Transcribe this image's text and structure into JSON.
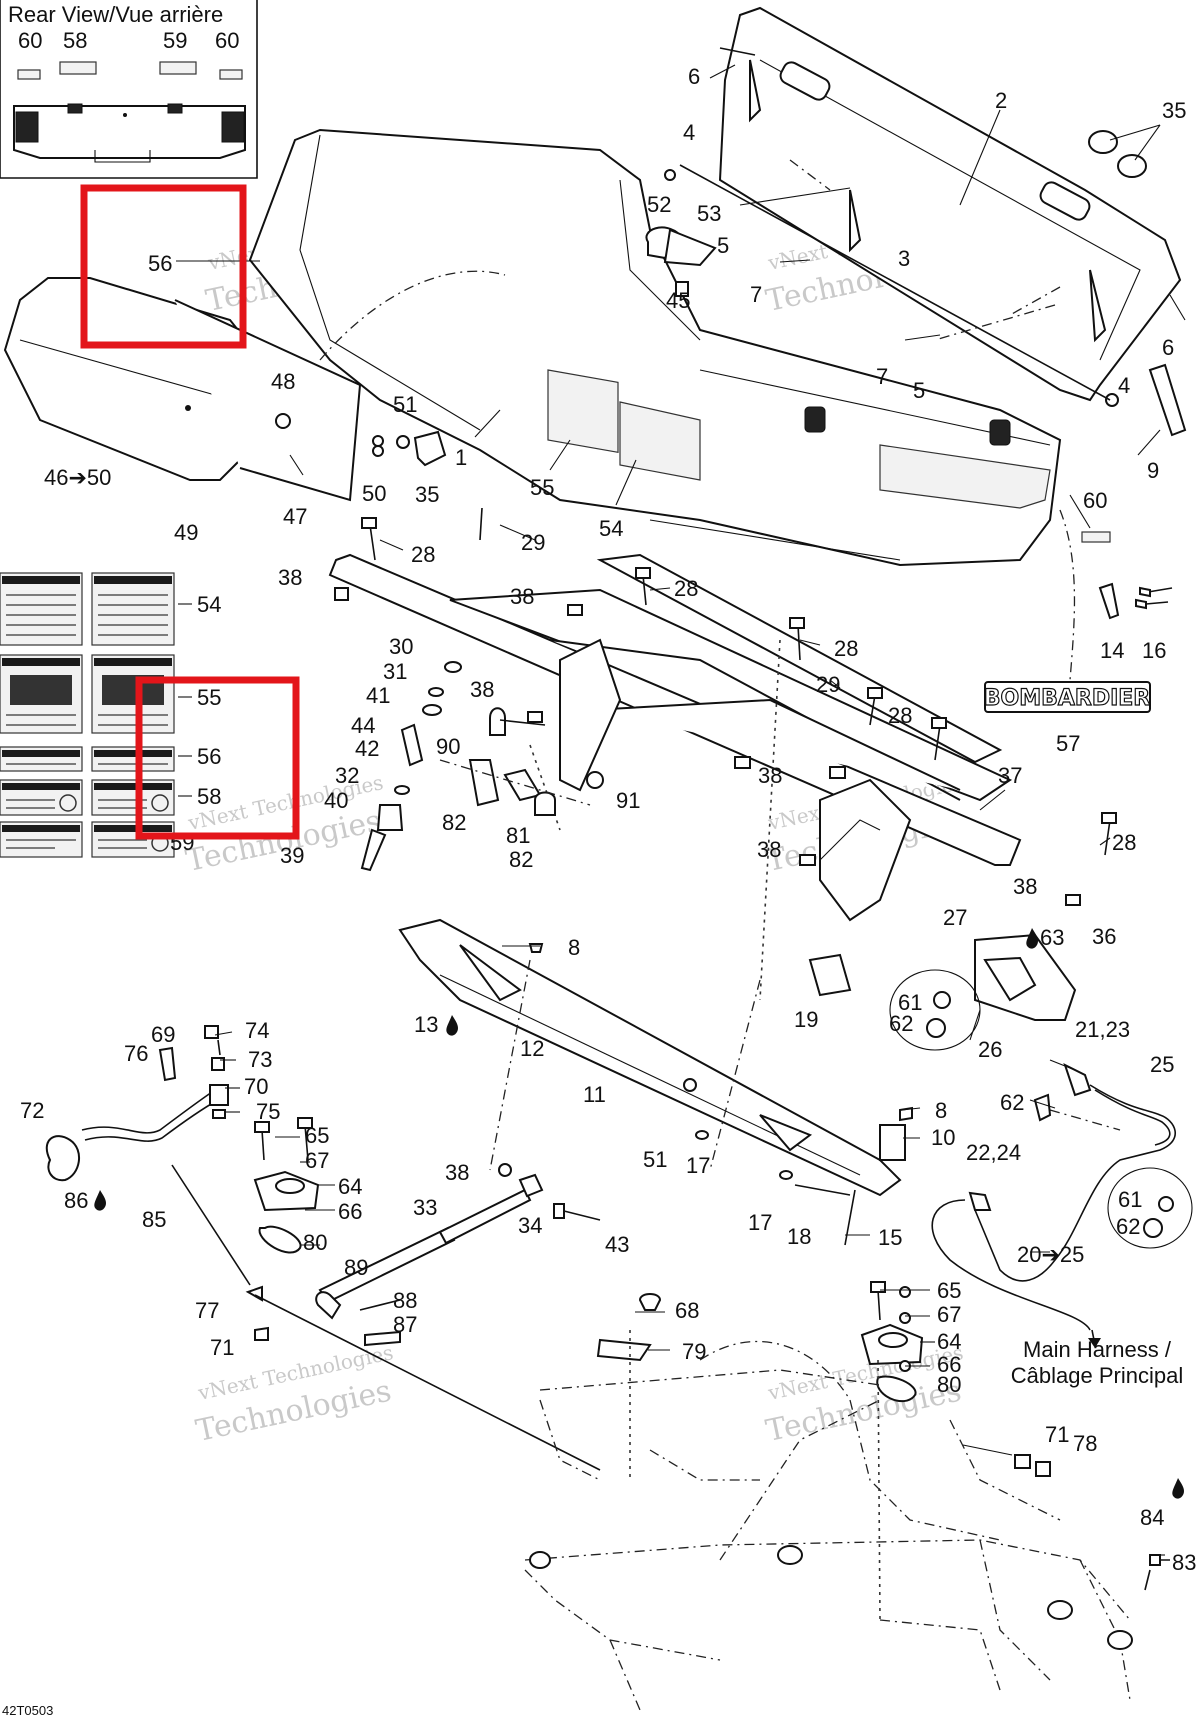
{
  "diagram": {
    "inset_title": "Rear View/Vue arrière",
    "inset_labels": [
      "60",
      "58",
      "59",
      "60"
    ],
    "bombardier_logo": "BOMBARDIER",
    "main_harness": [
      "Main Harness /",
      "Câblage Principal"
    ],
    "drawing_code": "42T0503",
    "watermark": [
      "vNext Technologies",
      "Technologies"
    ],
    "highlight_color": "#e3151a",
    "decal_legend": [
      "54",
      "55",
      "56",
      "58",
      "59"
    ],
    "callouts": [
      "1",
      "2",
      "3",
      "4",
      "4",
      "5",
      "5",
      "6",
      "6",
      "7",
      "7",
      "8",
      "8",
      "9",
      "10",
      "11",
      "12",
      "13",
      "14",
      "15",
      "16",
      "17",
      "17",
      "18",
      "19",
      "20➔25",
      "21,23",
      "22,24",
      "25",
      "26",
      "27",
      "28",
      "28",
      "28",
      "28",
      "28",
      "29",
      "29",
      "30",
      "31",
      "32",
      "33",
      "34",
      "35",
      "35",
      "36",
      "37",
      "38",
      "38",
      "38",
      "38",
      "38",
      "38",
      "38",
      "39",
      "40",
      "41",
      "42",
      "43",
      "44",
      "45",
      "46➔50",
      "47",
      "48",
      "49",
      "50",
      "51",
      "51",
      "52",
      "53",
      "54",
      "55",
      "56",
      "57",
      "60",
      "61",
      "61",
      "62",
      "62",
      "62",
      "63",
      "64",
      "64",
      "65",
      "65",
      "66",
      "66",
      "67",
      "67",
      "68",
      "69",
      "70",
      "71",
      "71",
      "72",
      "73",
      "74",
      "75",
      "76",
      "77",
      "78",
      "79",
      "80",
      "80",
      "81",
      "82",
      "82",
      "83",
      "84",
      "85",
      "86",
      "87",
      "88",
      "89",
      "90",
      "91"
    ]
  }
}
